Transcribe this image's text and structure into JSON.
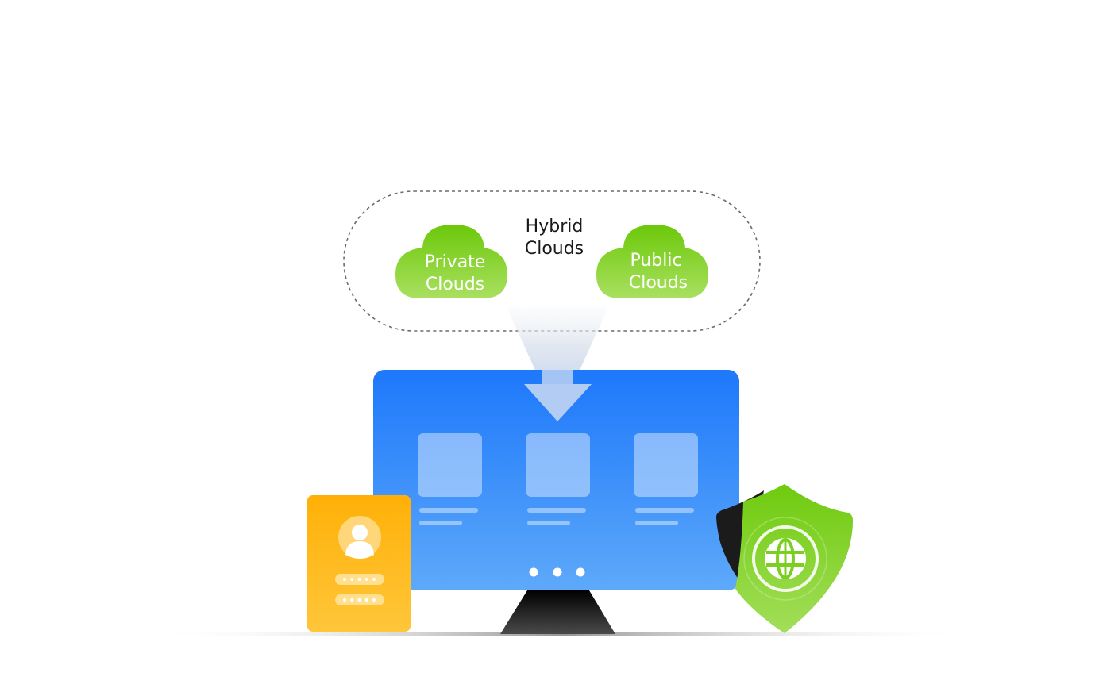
{
  "diagram": {
    "hybrid_group": {
      "label_line1": "Hybrid",
      "label_line2": "Clouds"
    },
    "clouds": [
      {
        "line1": "Private",
        "line2": "Clouds"
      },
      {
        "line1": "Public",
        "line2": "Clouds"
      }
    ],
    "colors": {
      "cloud_green": "#78C81E",
      "monitor_blue": "#2A7BF6",
      "card_orange": "#FFB20C",
      "shield_green": "#7ACF1B",
      "dashed_border": "#6b6b6b",
      "text_dark": "#1a1a1a"
    },
    "icons": {
      "private_cloud": "cloud-icon",
      "public_cloud": "cloud-icon",
      "monitor": "monitor-icon",
      "id_card": "id-card-icon",
      "user": "user-icon",
      "shield": "shield-icon",
      "globe": "globe-icon",
      "arrow": "arrow-down-icon"
    },
    "id_card": {
      "field1": "•••••",
      "field2": "•••••"
    }
  }
}
